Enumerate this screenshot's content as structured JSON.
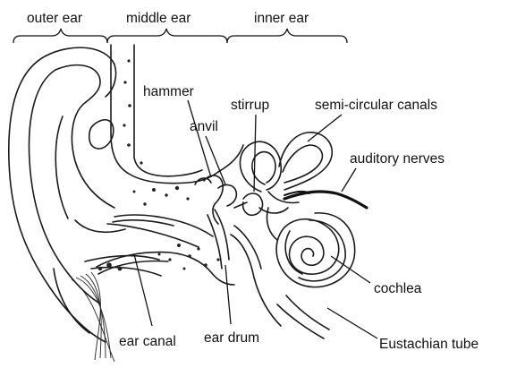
{
  "sections": {
    "outer": "outer ear",
    "middle": "middle ear",
    "inner": "inner ear"
  },
  "labels": {
    "hammer": "hammer",
    "anvil": "anvil",
    "stirrup": "stirrup",
    "canals": "semi-circular canals",
    "nerves": "auditory nerves",
    "cochlea": "cochlea",
    "ear_canal": "ear canal",
    "ear_drum": "ear drum",
    "eustachian": "Eustachian tube"
  }
}
